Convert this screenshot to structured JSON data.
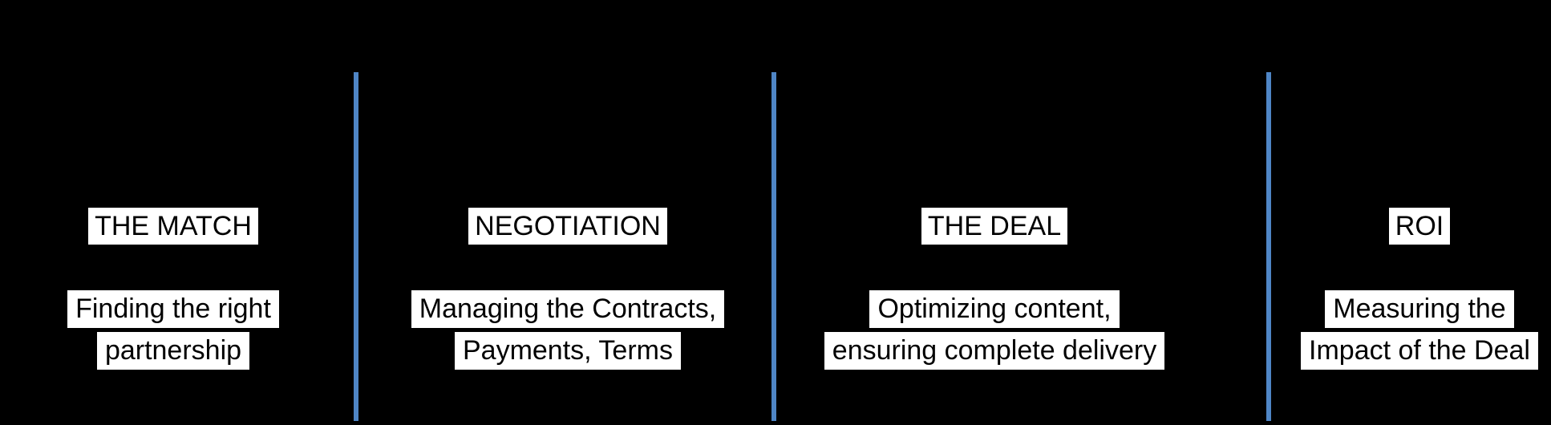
{
  "slide": {
    "background_color": "#000000",
    "divider_color": "#4f86c6",
    "highlight_color": "#ffffff",
    "text_color": "#000000"
  },
  "phases": [
    {
      "title": "THE MATCH",
      "desc_lines": [
        "Finding the right",
        "partnership"
      ]
    },
    {
      "title": "NEGOTIATION",
      "desc_lines": [
        "Managing the Contracts,",
        "Payments, Terms"
      ]
    },
    {
      "title": "THE DEAL",
      "desc_lines": [
        "Optimizing content,",
        "ensuring complete delivery"
      ]
    },
    {
      "title": "ROI",
      "desc_lines": [
        "Measuring the",
        "Impact of the Deal"
      ]
    }
  ]
}
